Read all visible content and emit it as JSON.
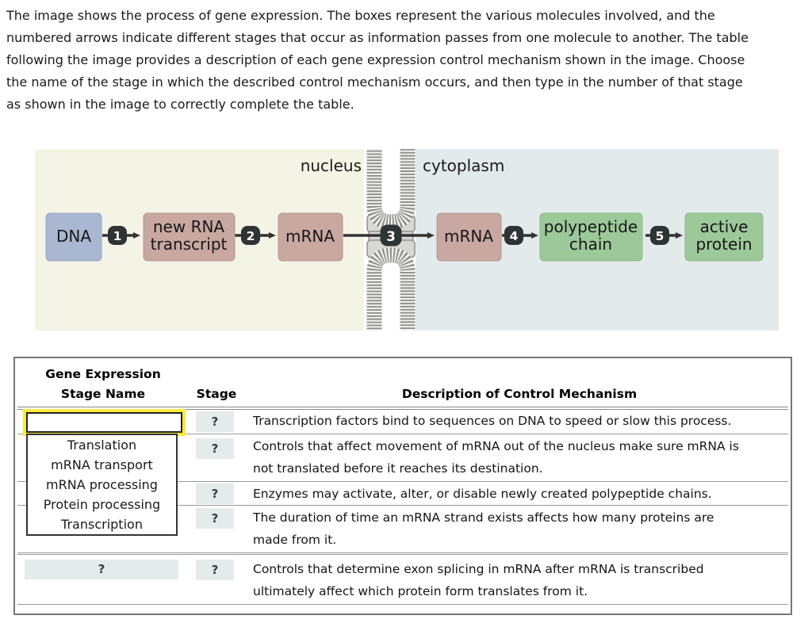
{
  "instructions": "The image shows the process of gene expression. The boxes represent the various molecules involved, and the\nnumbered arrows indicate different stages that occur as information passes from one molecule to another. The table\nfollowing the image provides a description of each gene expression control mechanism shown in the image. Choose\nthe name of the stage in which the described control mechanism occurs, and then type in the number of that stage\nas shown in the image to correctly complete the table.",
  "diagram": {
    "region_labels": {
      "nucleus": "nucleus",
      "cytoplasm": "cytoplasm"
    },
    "colors": {
      "nucleus_bg": "#f4f4e6",
      "cytoplasm_bg": "#e3eaeb",
      "dna_box": "#a9b7d3",
      "rna_box": "#c8a8a1",
      "protein_box": "#9dc99a",
      "badge": "#2e3333",
      "arrow": "#333333",
      "membrane": "#8c8c8a",
      "pore": "#d8d8d3"
    },
    "boxes": [
      {
        "id": "dna",
        "lines": [
          "DNA"
        ]
      },
      {
        "id": "new-rna-transcript",
        "lines": [
          "new RNA",
          "transcript"
        ]
      },
      {
        "id": "mrna-nucleus",
        "lines": [
          "mRNA"
        ]
      },
      {
        "id": "mrna-cytoplasm",
        "lines": [
          "mRNA"
        ]
      },
      {
        "id": "polypeptide-chain",
        "lines": [
          "polypeptide",
          "chain"
        ]
      },
      {
        "id": "active-protein",
        "lines": [
          "active",
          "protein"
        ]
      }
    ],
    "stages": [
      {
        "number": "1"
      },
      {
        "number": "2"
      },
      {
        "number": "3"
      },
      {
        "number": "4"
      },
      {
        "number": "5"
      }
    ]
  },
  "table": {
    "headers": {
      "col1": "Gene Expression\nStage Name",
      "col2": "Stage",
      "col3": "Description of Control Mechanism"
    },
    "dropdown": {
      "selected_value": "",
      "options": [
        "Translation",
        "mRNA transport",
        "mRNA processing",
        "Protein processing",
        "Transcription"
      ]
    },
    "rows": [
      {
        "stage_name": "",
        "stage": "?",
        "description": "Transcription factors bind to sequences on DNA to speed or slow this process."
      },
      {
        "stage_name": "",
        "stage": "?",
        "description": "Controls that affect movement of mRNA out of the nucleus make sure mRNA is\nnot translated before it reaches its destination."
      },
      {
        "stage_name": "",
        "stage": "?",
        "description": "Enzymes may activate, alter, or disable newly created polypeptide chains."
      },
      {
        "stage_name": "",
        "stage": "?",
        "description": "The duration of time an mRNA strand exists affects how many proteins are\nmade from it."
      },
      {
        "stage_name": "?",
        "stage": "?",
        "description": "Controls that determine exon splicing in mRNA after mRNA is transcribed\nultimately affect which protein form translates from it."
      }
    ],
    "focus_color": "#fbe93c",
    "chip_bg": "#e4ebea"
  }
}
